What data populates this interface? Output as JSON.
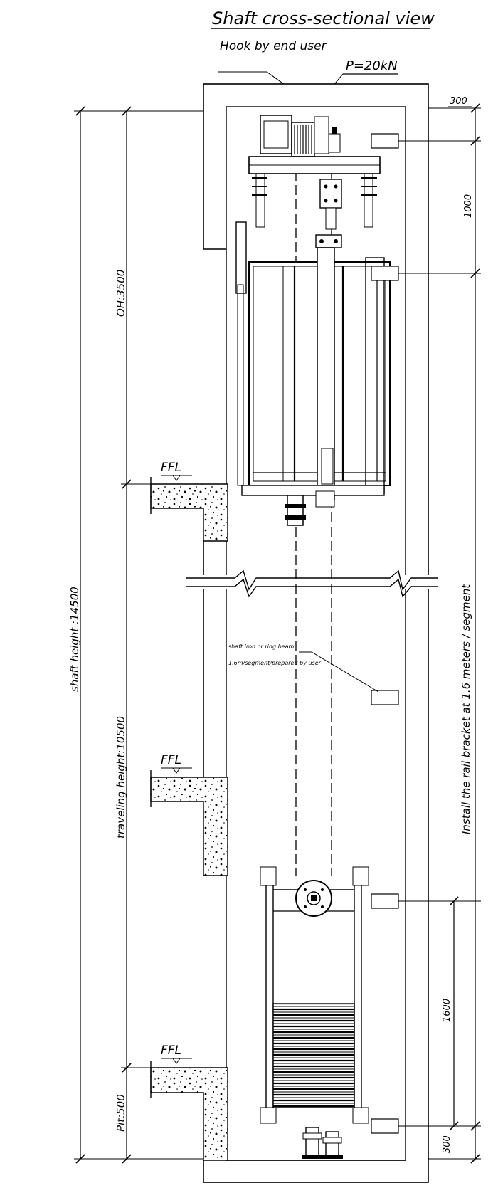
{
  "drawing": {
    "title": "Shaft cross-sectional view",
    "hook_label": "Hook by end user",
    "load_label": "P=20kN",
    "floor_marker": "FFL",
    "shaft_height_label": "shaft height :14500",
    "travel_height_label": "traveling height:10500",
    "oh_label": "OH:3500",
    "pit_label": "Pit:500",
    "top_dim": "300",
    "upper_dim": "1000",
    "bracket_dim": "1600",
    "bottom_dim": "300",
    "rail_note": "Install the rail bracket at 1.6 meters / segment",
    "beam_note_1": "shaft iron or ring beam",
    "beam_note_2": "1.6m/segment/prepared by user"
  }
}
